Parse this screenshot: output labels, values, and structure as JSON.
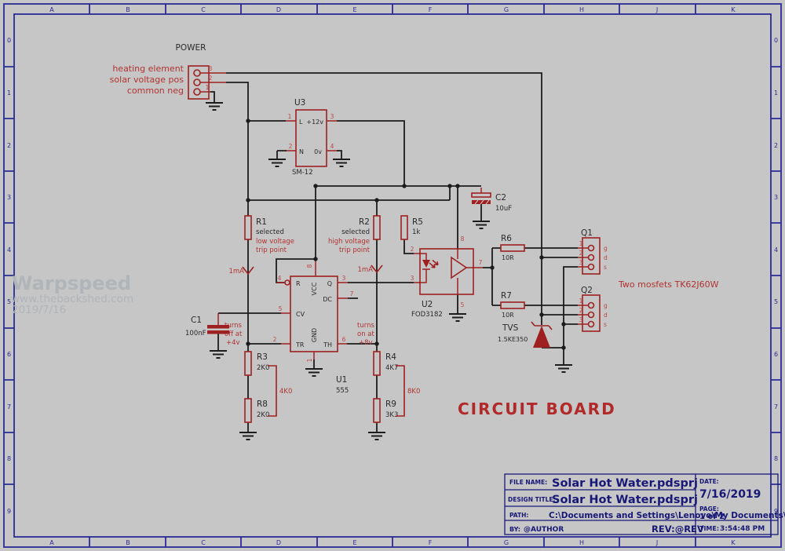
{
  "frame": {
    "columns": [
      "A",
      "B",
      "C",
      "D",
      "E",
      "F",
      "G",
      "H",
      "J",
      "K"
    ],
    "rows": [
      "0",
      "1",
      "2",
      "3",
      "4",
      "5",
      "6",
      "7",
      "8",
      "9"
    ]
  },
  "watermark": {
    "line1": "Warpspeed",
    "line2": "www.thebackshed.com",
    "line3": "2019/7/16"
  },
  "power": {
    "title": "POWER",
    "label1": "heating element",
    "label2": "solar voltage pos",
    "label3": "common  neg",
    "pin1": "3",
    "pin2": "2",
    "pin3": "1"
  },
  "u3": {
    "ref": "U3",
    "footprint": "SM-12",
    "pin1": "1",
    "pin2": "2",
    "pin3": "3",
    "pin4": "4",
    "in_label": "L",
    "out_label": "+12v",
    "n_label": "N",
    "zero_label": "0v"
  },
  "r1": {
    "ref": "R1",
    "note1": "selected",
    "note2": "low voltage",
    "note3": "trip point"
  },
  "r2": {
    "ref": "R2",
    "note1": "selected",
    "note2": "high voltage",
    "note3": "trip point"
  },
  "r5": {
    "ref": "R5",
    "value": "1k"
  },
  "c1": {
    "ref": "C1",
    "value": "100nF"
  },
  "c2": {
    "ref": "C2",
    "value": "10uF"
  },
  "r3": {
    "ref": "R3",
    "value": "2K0"
  },
  "r8": {
    "ref": "R8",
    "value": "2K0"
  },
  "r4": {
    "ref": "R4",
    "value": "4K7"
  },
  "r9": {
    "ref": "R9",
    "value": "3K3"
  },
  "bracket_left": "4K0",
  "bracket_right": "8K0",
  "current_left": "1mA",
  "current_right": "1mA",
  "trip_off": [
    "turns",
    "off at",
    "+4v"
  ],
  "trip_on": [
    "turns",
    "on at",
    "+8v"
  ],
  "u1": {
    "ref": "U1",
    "value": "555",
    "lbl_r": "R",
    "lbl_vcc": "VCC",
    "lbl_q": "Q",
    "lbl_dc": "DC",
    "lbl_cv": "CV",
    "lbl_tr": "TR",
    "lbl_th": "TH",
    "lbl_gnd": "GND",
    "pin_r": "4",
    "pin_vcc": "8",
    "pin_q": "3",
    "pin_dc": "7",
    "pin_cv": "5",
    "pin_tr": "2",
    "pin_th": "6",
    "pin_gnd": "1"
  },
  "u2": {
    "ref": "U2",
    "value": "FOD3182",
    "pin_a": "2",
    "pin_k": "3",
    "pin_vcc": "8",
    "pin_gnd": "5",
    "pin_out": "7"
  },
  "r6": {
    "ref": "R6",
    "value": "10R"
  },
  "r7": {
    "ref": "R7",
    "value": "10R"
  },
  "q1": {
    "ref": "Q1",
    "pin1": "1",
    "pin2": "2",
    "pin3": "3",
    "pad1": "g",
    "pad2": "d",
    "pad3": "s"
  },
  "q2": {
    "ref": "Q2",
    "pin1": "1",
    "pin2": "2",
    "pin3": "3",
    "pad1": "g",
    "pad2": "d",
    "pad3": "s"
  },
  "tvs": {
    "ref": "TVS",
    "value": "1.5KE350"
  },
  "mosfet_note": "Two mosfets TK62J60W",
  "board_title": "CIRCUIT BOARD",
  "title_block": {
    "file_name_label": "FILE NAME:",
    "file_name": "Solar Hot Water.pdsprj",
    "design_title_label": "DESIGN TITLE:",
    "design_title": "Solar Hot Water.pdsprj",
    "path_label": "PATH:",
    "path": "C:\\Documents and Settings\\Lenovo\\My Documents\\Solar Hot W",
    "by_label": "BY:",
    "by": "@AUTHOR",
    "rev": "REV:@REV",
    "date_label": "DATE:",
    "date": "7/16/2019",
    "page_label": "PAGE:",
    "page": "1   of   2",
    "time_label": "TIME:",
    "time": "3:54:48 PM"
  }
}
